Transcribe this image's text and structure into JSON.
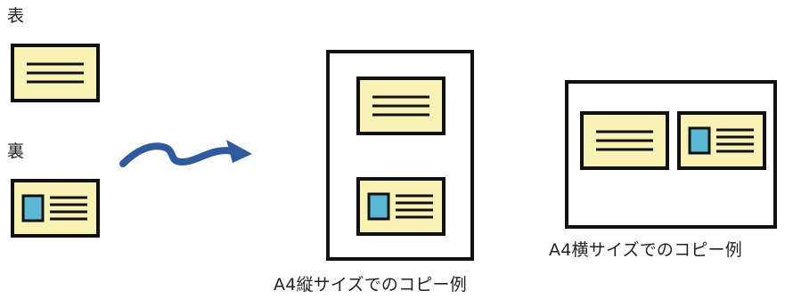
{
  "labels": {
    "front": "表",
    "back": "裏",
    "portrait_caption": "A4縦サイズでのコピー例",
    "landscape_caption": "A4横サイズでのコピー例"
  },
  "colors": {
    "card_fill": "#f8f3b4",
    "outline": "#111111",
    "photo": "#5ab8d4",
    "arrow": "#2f5b9e",
    "page_fill": "#ffffff"
  },
  "icons": {
    "front_card": "card-front-lines-icon",
    "back_card": "card-back-photo-lines-icon",
    "arrow": "curved-arrow-icon"
  }
}
